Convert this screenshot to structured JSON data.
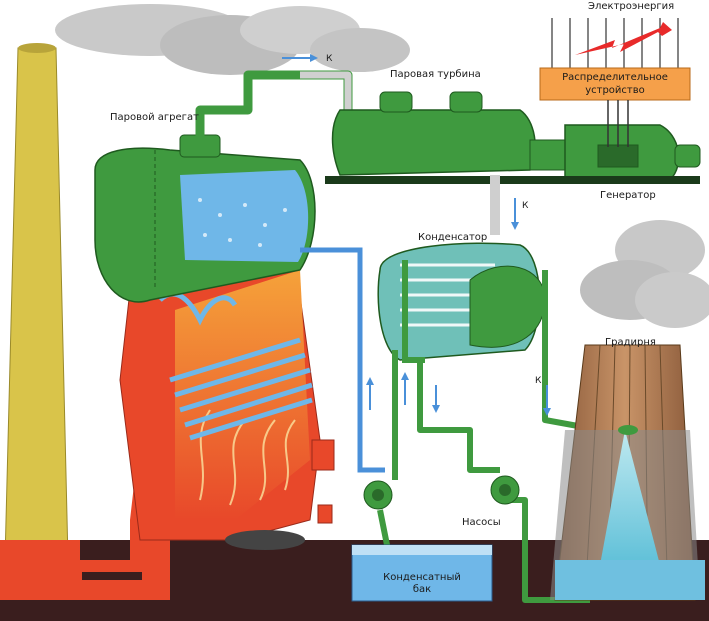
{
  "labels": {
    "electricity": "Электроэнергия",
    "distribution_line1": "Распределительное",
    "distribution_line2": "устройство",
    "steam_unit": "Паровой агрегат",
    "steam_turbine": "Паровая турбина",
    "generator": "Генератор",
    "condenser": "Конденсатор",
    "cooling_tower": "Градирня",
    "pumps": "Насосы",
    "condensate_tank_line1": "Конденсатный",
    "condensate_tank_line2": "бак",
    "k_turbine_inlet": "К",
    "k_turbine_outlet": "К",
    "k_tower": "К"
  },
  "colors": {
    "chimney": "#d9c44a",
    "boiler_green": "#3f9a3f",
    "furnace_red": "#e8482a",
    "flame_orange": "#f28a2a",
    "water_blue": "#6fb7e8",
    "pipe_blue": "#4a90d9",
    "distribution_orange": "#f5a04a",
    "ground": "#3a1e1e",
    "tower_brown": "#b07a50"
  }
}
